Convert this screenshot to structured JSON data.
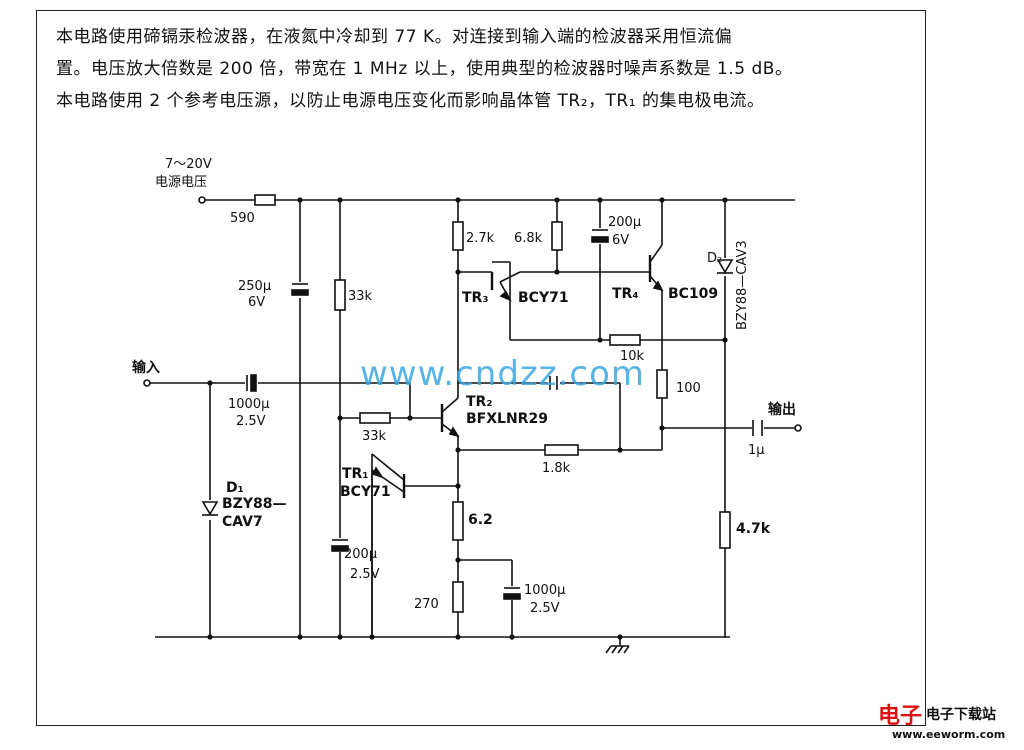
{
  "description": {
    "line1": "本电路使用碲镉汞检波器，在液氮中冷却到 77 K。对连接到输入端的检波器采用恒流偏",
    "line2": "置。电压放大倍数是 200 倍，带宽在 1 MHz 以上，使用典型的检波器时噪声系数是 1.5 dB。",
    "line3": "本电路使用 2 个参考电压源，以防止电源电压变化而影响晶体管 TR₂，TR₁ 的集电极电流。"
  },
  "labels": {
    "supply_range": "7～20V",
    "supply_name": "电源电压",
    "input": "输入",
    "output": "输出",
    "ground_symbol": "⏚"
  },
  "components": {
    "r_590": "590",
    "c_250u": "250μ",
    "c_250u_v": "6V",
    "r_33k_top": "33k",
    "r_2_7k": "2.7k",
    "r_6_8k": "6.8k",
    "c_200u_top": "200μ",
    "c_200u_top_v": "6V",
    "d2_name": "D₂",
    "d2_part": "BZY88—CAV3",
    "tr3_name": "TR₃",
    "tr3_part": "BCY71",
    "tr4_name": "TR₄",
    "tr4_part": "BC109",
    "r_10k": "10k",
    "c_1000u_in": "1000μ",
    "c_1000u_in_v": "2.5V",
    "r_100": "100",
    "tr2_name": "TR₂",
    "tr2_part": "BFXLNR29",
    "r_33k_bias": "33k",
    "c_1u": "1μ",
    "r_1_8k": "1.8k",
    "d1_name": "D₁",
    "d1_part_a": "BZY88—",
    "d1_part_b": "CAV7",
    "tr1_name": "TR₁",
    "tr1_part": "BCY71",
    "r_6_2": "6.2",
    "r_4_7k": "4.7k",
    "c_200u_low": "200μ",
    "c_200u_low_v": "2.5V",
    "r_270": "270",
    "c_1000u_low": "1000μ",
    "c_1000u_low_v": "2.5V"
  },
  "watermark": "www.cndzz.com",
  "logo": {
    "chars": "电子",
    "name": "电子下载站",
    "url": "www.eeworm.com"
  }
}
